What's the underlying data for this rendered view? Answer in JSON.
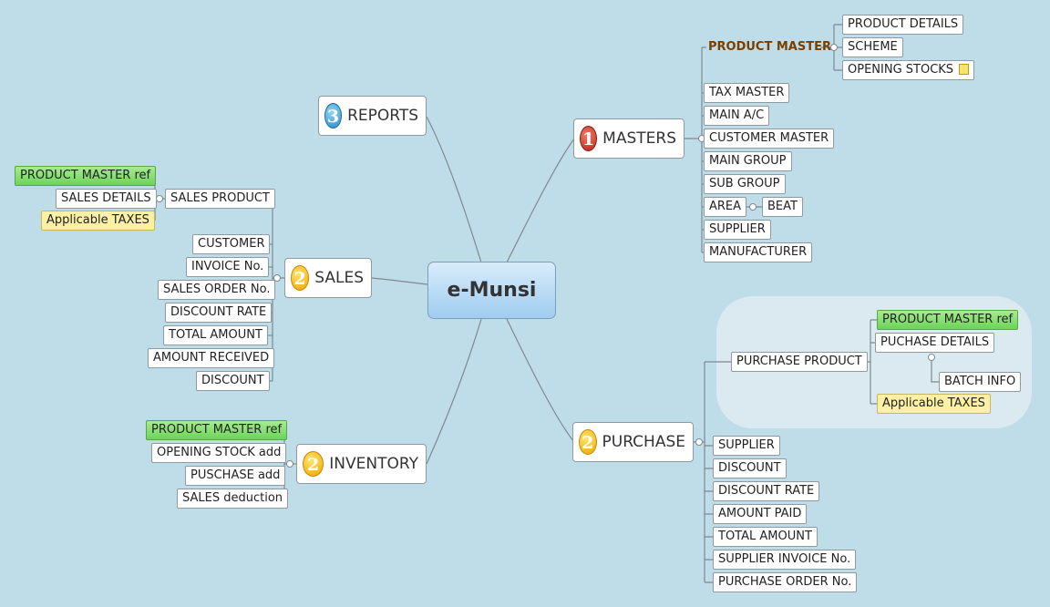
{
  "central": {
    "label": "e-Munsi"
  },
  "topics": {
    "reports": {
      "label": "REPORTS",
      "badge": "3"
    },
    "masters": {
      "label": "MASTERS",
      "badge": "1"
    },
    "sales": {
      "label": "SALES",
      "badge": "2"
    },
    "inventory": {
      "label": "INVENTORY",
      "badge": "2"
    },
    "purchase": {
      "label": "PURCHASE",
      "badge": "2"
    }
  },
  "masters": {
    "product_master": "PRODUCT MASTER",
    "product_master_children": [
      "PRODUCT DETAILS",
      "SCHEME",
      "OPENING STOCKS"
    ],
    "items": [
      "TAX MASTER",
      "MAIN A/C",
      "CUSTOMER MASTER",
      "MAIN GROUP",
      "SUB GROUP",
      "AREA",
      "SUPPLIER",
      "MANUFACTURER"
    ],
    "area_child": "BEAT"
  },
  "sales": {
    "sales_product": "SALES PRODUCT",
    "sales_product_children": [
      "PRODUCT MASTER ref",
      "SALES DETAILS",
      "Applicable TAXES"
    ],
    "items": [
      "CUSTOMER",
      "INVOICE No.",
      "SALES ORDER No.",
      "DISCOUNT RATE",
      "TOTAL AMOUNT",
      "AMOUNT RECEIVED",
      "DISCOUNT"
    ]
  },
  "inventory": {
    "items": [
      "PRODUCT MASTER ref",
      "OPENING STOCK add",
      "PUSCHASE add",
      "SALES deduction"
    ]
  },
  "purchase": {
    "purchase_product": "PURCHASE PRODUCT",
    "purchase_product_children": [
      "PRODUCT MASTER ref",
      "PUCHASE DETAILS",
      "Applicable TAXES"
    ],
    "puchase_details_child": "BATCH INFO",
    "items": [
      "SUPPLIER",
      "DISCOUNT",
      "DISCOUNT RATE",
      "AMOUNT PAID",
      "TOTAL AMOUNT",
      "SUPPLIER INVOICE No.",
      "PURCHASE ORDER No."
    ]
  },
  "colors": {
    "background": "#bfdde9",
    "ref_green": "#6dd35a",
    "taxes_yellow": "#fbf0a4",
    "product_master_text": "#7a3f00"
  },
  "icons": {
    "badge_masters": "number-1-red-icon",
    "badge_reports": "number-3-blue-icon",
    "badge_other": "number-2-gold-icon",
    "note": "note-icon"
  }
}
